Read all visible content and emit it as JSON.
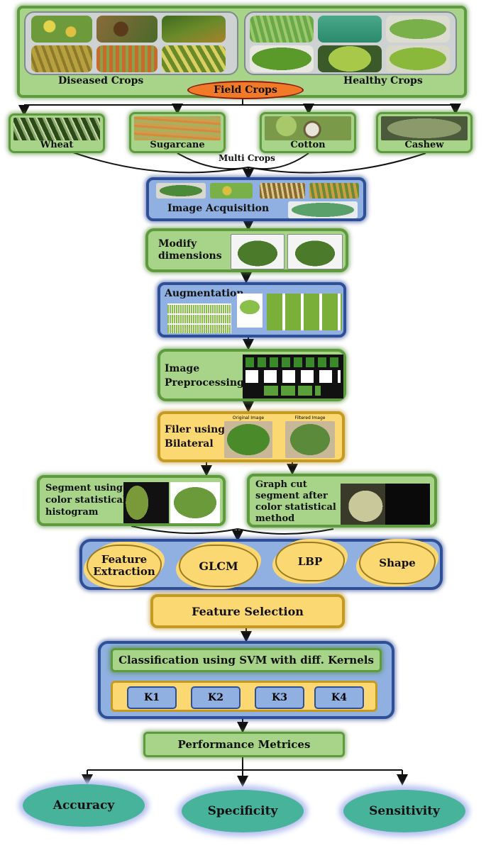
{
  "field_crops": {
    "label": "Field Crops",
    "diseased_label": "Diseased Crops",
    "healthy_label": "Healthy Crops"
  },
  "crops": [
    "Wheat",
    "Sugarcane",
    "Cotton",
    "Cashew"
  ],
  "multi_crops": "Multi Crops",
  "image_acquisition": "Image Acquisition",
  "modify_dimensions": "Modify dimensions",
  "augmentation": "Augmentation",
  "preprocessing": "Image Preprocessing",
  "filter": "Filer using Bilateral",
  "filter_images": {
    "original": "Original Image",
    "filtered": "Filtered Image"
  },
  "segment_left": "Segment using color statistical histogram",
  "segment_right": "Graph cut segment after color statistical method",
  "feature_steps": [
    "Feature Extraction",
    "GLCM",
    "LBP",
    "Shape"
  ],
  "feature_selection": "Feature Selection",
  "classification": "Classification using SVM with diff. Kernels",
  "kernels": [
    "K1",
    "K2",
    "K3",
    "K4"
  ],
  "performance": "Performance Metrices",
  "metrics": [
    "Accuracy",
    "Specificity",
    "Sensitivity"
  ],
  "colors": {
    "green_fill": "#a8d48a",
    "green_border": "#5e9a3e",
    "blue_fill": "#8fb0e0",
    "blue_border": "#2e4f96",
    "yellow_fill": "#fcd872",
    "orange_oval": "#f07a28",
    "metric_fill": "#46b39a"
  }
}
